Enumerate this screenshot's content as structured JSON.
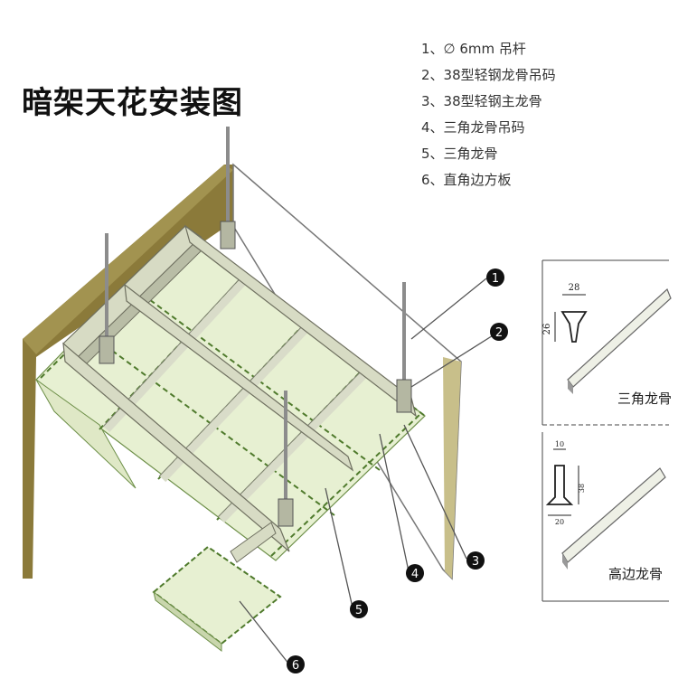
{
  "title": "暗架天花安装图",
  "legend": [
    {
      "num": "1",
      "text": "、∅ 6mm 吊杆"
    },
    {
      "num": "2",
      "text": "、38型轻钢龙骨吊码"
    },
    {
      "num": "3",
      "text": "、38型轻钢主龙骨"
    },
    {
      "num": "4",
      "text": "、三角龙骨吊码"
    },
    {
      "num": "5",
      "text": "、三角龙骨"
    },
    {
      "num": "6",
      "text": "、直角边方板"
    }
  ],
  "callouts": [
    "1",
    "2",
    "3",
    "4",
    "5",
    "6"
  ],
  "profiles": {
    "triangle": {
      "label": "三角龙骨",
      "width_dim": "28",
      "height_dim": "26"
    },
    "high_edge": {
      "label": "高边龙骨",
      "top_dim": "10",
      "height_dim": "38",
      "bottom_dim": "20"
    }
  },
  "colors": {
    "wall": "#8b7a3a",
    "panel": "#e7f0d2",
    "edge_green": "#4f7a2c",
    "keel": "#d9dcc9",
    "rod": "#8c8c8c",
    "leader": "#555555"
  }
}
